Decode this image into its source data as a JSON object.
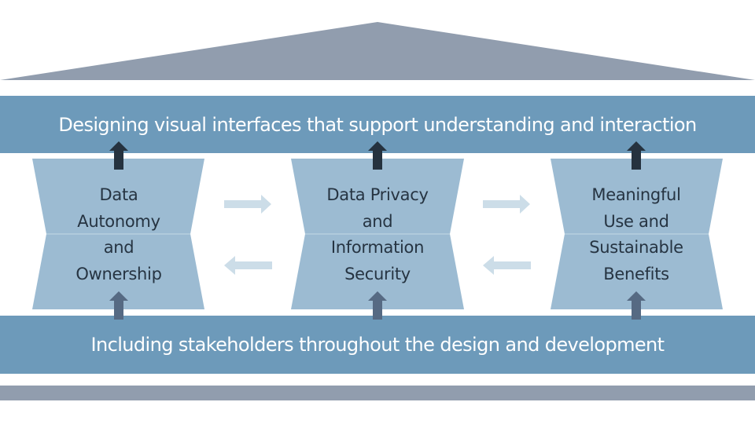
{
  "roof": {
    "color": "#919dae"
  },
  "top_band": {
    "label": "Designing visual interfaces that support understanding and interaction",
    "color": "#6d9aba"
  },
  "bottom_band": {
    "label": "Including stakeholders throughout the design and development",
    "color": "#6d9aba"
  },
  "base": {
    "color": "#919dae"
  },
  "pillars": [
    {
      "id": "data-autonomy",
      "lines": [
        "Data",
        "Autonomy",
        "and",
        "Ownership"
      ]
    },
    {
      "id": "data-privacy",
      "lines": [
        "Data Privacy",
        "and",
        "Information",
        "Security"
      ]
    },
    {
      "id": "meaningful-use",
      "lines": [
        "Meaningful",
        "Use and",
        "Sustainable",
        "Benefits"
      ]
    }
  ],
  "colors": {
    "pillar_fill": "#9cbbd2",
    "pillar_divider": "#b7cfe0",
    "up_arrow_top": "#25323f",
    "up_arrow_bottom": "#566a83",
    "flow_arrow": "#ccdde8"
  },
  "connectors": [
    {
      "from": "data-autonomy",
      "to": "data-privacy",
      "direction": "right"
    },
    {
      "from": "data-privacy",
      "to": "data-autonomy",
      "direction": "left"
    },
    {
      "from": "data-privacy",
      "to": "meaningful-use",
      "direction": "right"
    },
    {
      "from": "meaningful-use",
      "to": "data-privacy",
      "direction": "left"
    }
  ]
}
